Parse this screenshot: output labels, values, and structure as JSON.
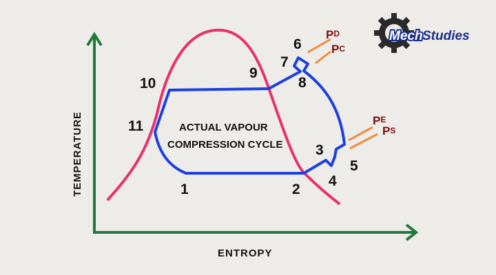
{
  "axes": {
    "x_label": "ENTROPY",
    "y_label": "TEMPERATURE",
    "color": "#1f7a3a"
  },
  "diagram": {
    "title_line1": "ACTUAL VAPOUR",
    "title_line2": "COMPRESSION CYCLE",
    "dome_color": "#e8306e",
    "cycle_color": "#1b3fe0",
    "pressure_line_color": "#ef8a3a",
    "points": [
      "1",
      "2",
      "3",
      "4",
      "5",
      "6",
      "7",
      "8",
      "9",
      "10",
      "11"
    ],
    "pressures": {
      "pd": {
        "main": "P",
        "sub": "D"
      },
      "pc": {
        "main": "P",
        "sub": "C"
      },
      "pe": {
        "main": "P",
        "sub": "E"
      },
      "ps": {
        "main": "P",
        "sub": "S"
      }
    }
  },
  "logo": {
    "word1": "Mech",
    "word2": "Studies",
    "icon": "gear-icon",
    "color": "#1b2f8a"
  }
}
